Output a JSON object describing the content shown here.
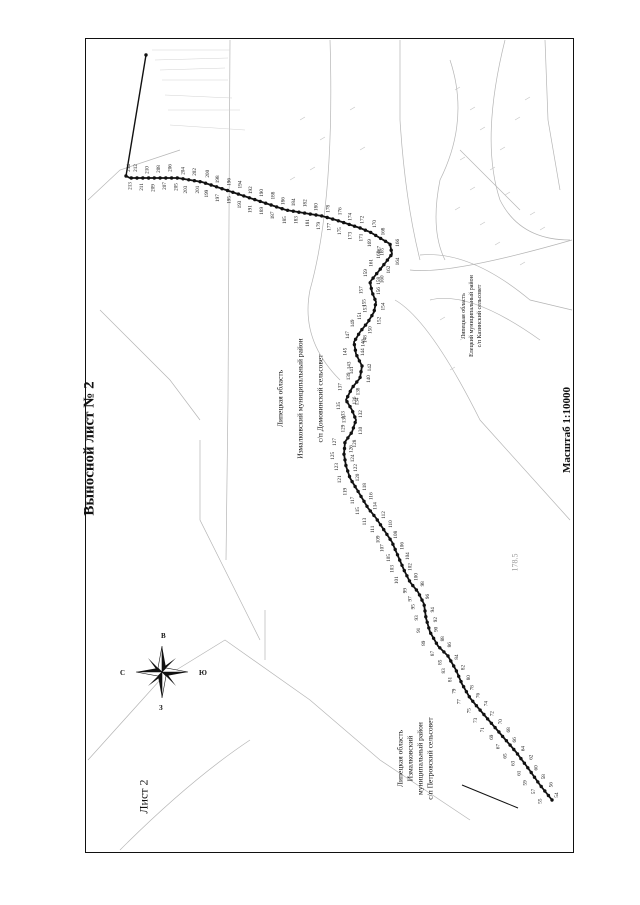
{
  "sheet": {
    "title": "Выносной лист № 2",
    "scale": "Масштаб 1:10000",
    "sheet_label": "Лист 2"
  },
  "compass": {
    "n": "С",
    "s": "Ю",
    "e": "В",
    "w": "З"
  },
  "regions": {
    "domovinsky": [
      "Липецкая область",
      "Измалковский муниципальный район",
      "с/п Домовинский сельсовет"
    ],
    "petrovsky": [
      "Липецкая область",
      "Измалковский",
      "муниципальный район",
      "с/п Петровский сельсовет"
    ],
    "kazinsky": [
      "Липецкая область",
      "Елецкий муниципальный район",
      "с/п Казинский сельсовет"
    ]
  },
  "map_marks": [
    "178.5"
  ],
  "point_labels": [
    "54",
    "55",
    "56",
    "57",
    "58",
    "59",
    "60",
    "61",
    "62",
    "63",
    "64",
    "65",
    "66",
    "67",
    "68",
    "69",
    "70",
    "71",
    "72",
    "73",
    "74",
    "75",
    "76",
    "77",
    "78",
    "79",
    "80",
    "81",
    "82",
    "83",
    "84",
    "85",
    "86",
    "87",
    "88",
    "89",
    "90",
    "91",
    "92",
    "93",
    "94",
    "95",
    "96",
    "97",
    "98",
    "99",
    "100",
    "101",
    "102",
    "103",
    "104",
    "105",
    "106",
    "107",
    "108",
    "109",
    "110",
    "111",
    "112",
    "113",
    "114",
    "115",
    "116",
    "117",
    "118",
    "119",
    "120",
    "121",
    "122",
    "123",
    "124",
    "125",
    "126",
    "127",
    "128",
    "129",
    "130",
    "131",
    "132",
    "133",
    "134",
    "135",
    "136",
    "137",
    "138",
    "139",
    "140",
    "141",
    "142",
    "143",
    "144",
    "145",
    "146",
    "147",
    "148",
    "149",
    "150",
    "151",
    "152",
    "153",
    "154",
    "155",
    "156",
    "157",
    "158",
    "159",
    "160",
    "161",
    "162",
    "163",
    "164",
    "165",
    "166",
    "167",
    "168",
    "169",
    "170",
    "171",
    "172",
    "173",
    "174",
    "175",
    "176",
    "177",
    "178",
    "179",
    "180",
    "181",
    "182",
    "183",
    "184",
    "185",
    "186",
    "187",
    "188",
    "189",
    "190",
    "191",
    "192",
    "193",
    "194",
    "195",
    "196",
    "197",
    "198",
    "199",
    "200",
    "201",
    "202",
    "203",
    "204",
    "205",
    "206",
    "207",
    "208",
    "209",
    "210",
    "211",
    "212",
    "213",
    "214"
  ],
  "colors": {
    "route": "#111111",
    "faint": "#a8a8a8",
    "frame": "#111111"
  }
}
